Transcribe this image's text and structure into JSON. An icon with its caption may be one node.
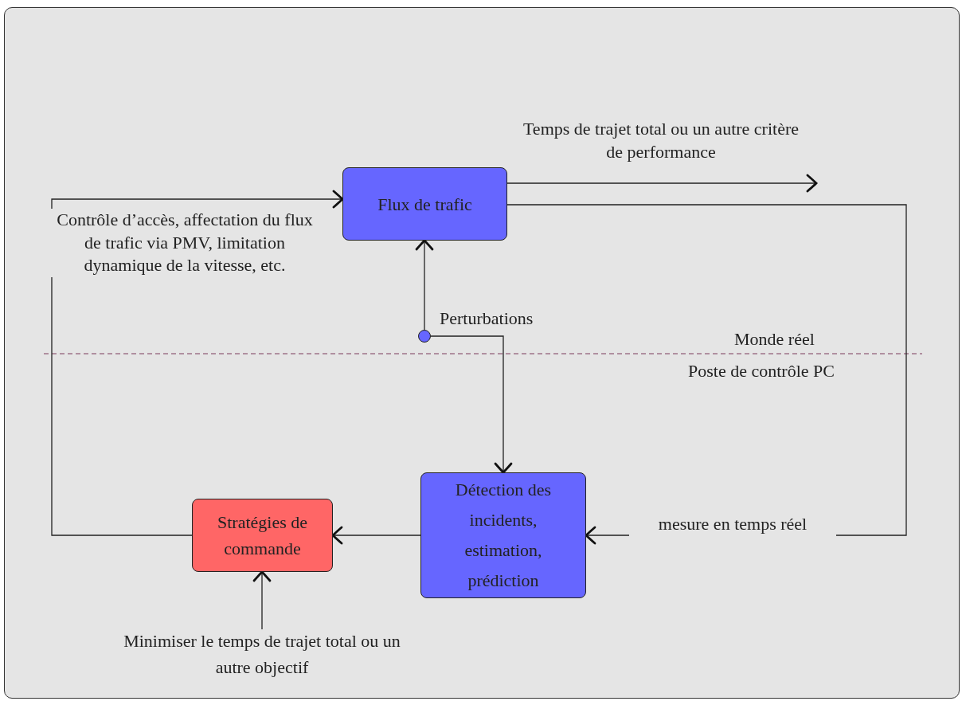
{
  "diagram": {
    "nodes": [
      {
        "text": [
          "Flux de trafic"
        ]
      },
      {
        "text": [
          "Détection des incidents, estimation, prédiction"
        ]
      },
      {
        "text": [
          "Stratégies de commande"
        ]
      },
      {
        "text": [],
        "shape": "circle",
        "beside": [
          "Perturbations"
        ]
      },
      {
        "text": [
          "Minimiser le temps de trajet total ou un autre objectif"
        ]
      }
    ],
    "edges": [
      {
        "from": 2,
        "to": 0,
        "arrow": "to",
        "label": "Contrôle d’accès, affectation du flux de trafic via PMV, limitation dynamique de la vitesse, etc."
      },
      {
        "from": 0,
        "to": 1,
        "arrow": "to",
        "label": "mesure en temps réel"
      },
      {
        "from": 0,
        "to": null,
        "arrow": "to",
        "label": "Temps de trajet total ou un autre critère de performance"
      },
      {
        "from": 3,
        "to": 0,
        "arrow": "to"
      },
      {
        "from": 3,
        "to": 1,
        "arrow": "to"
      },
      {
        "from": 1,
        "to": 2,
        "arrow": "to"
      },
      {
        "from": 4,
        "to": 2,
        "arrow": "to"
      }
    ],
    "labels": [
      "Monde réel",
      "Poste de contrôle PC"
    ]
  }
}
